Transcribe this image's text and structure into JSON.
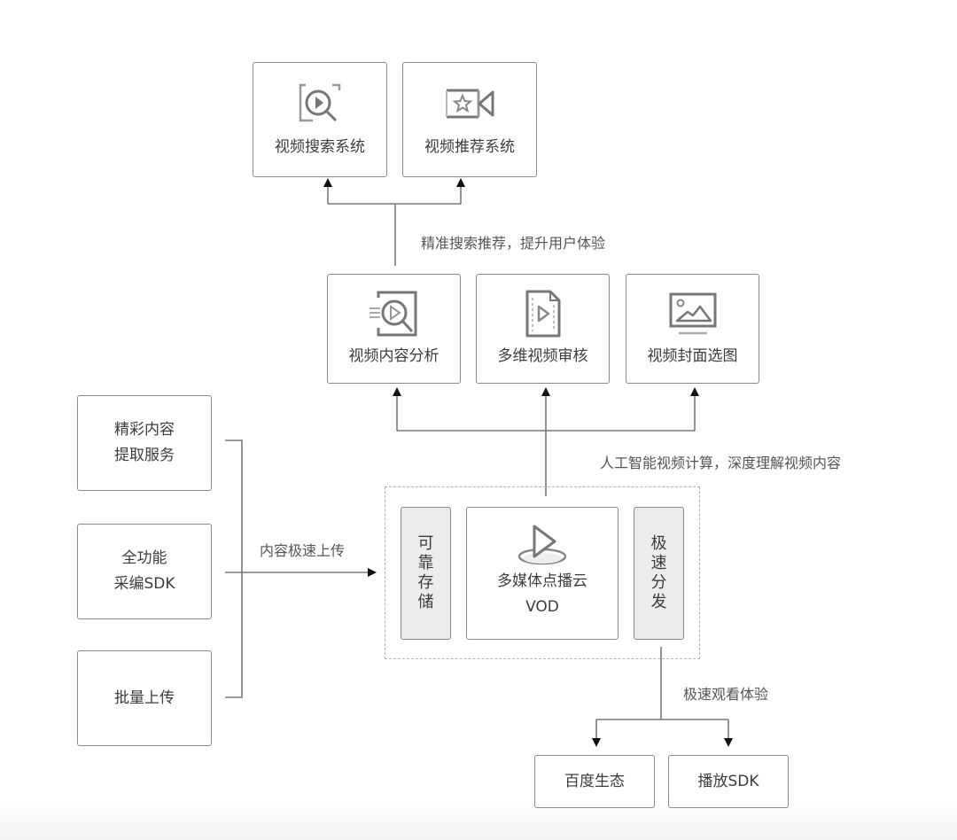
{
  "top_systems": [
    {
      "label": "视频搜索系统",
      "icon": "video-search-icon"
    },
    {
      "label": "视频推荐系统",
      "icon": "video-camera-star-icon"
    }
  ],
  "top_caption": "精准搜索推荐，提升用户体验",
  "ai_services": [
    {
      "label": "视频内容分析",
      "icon": "video-analysis-icon"
    },
    {
      "label": "多维视频审核",
      "icon": "video-file-icon"
    },
    {
      "label": "视频封面选图",
      "icon": "image-picture-icon"
    }
  ],
  "ai_caption": "人工智能视频计算，深度理解视频内容",
  "sources": [
    {
      "label_lines": [
        "精彩内容",
        "提取服务"
      ]
    },
    {
      "label_lines": [
        "全功能",
        "采编SDK"
      ]
    },
    {
      "label_lines": [
        "批量上传"
      ]
    }
  ],
  "upload_caption": "内容极速上传",
  "vod": {
    "storage_label": "可靠存储",
    "main_label_line1": "多媒体点播云",
    "main_label_line2": "VOD",
    "main_icon": "play-platform-icon",
    "distribution_label": "极速分发"
  },
  "viewing_caption": "极速观看体验",
  "outputs": [
    {
      "label": "百度生态"
    },
    {
      "label": "播放SDK"
    }
  ]
}
